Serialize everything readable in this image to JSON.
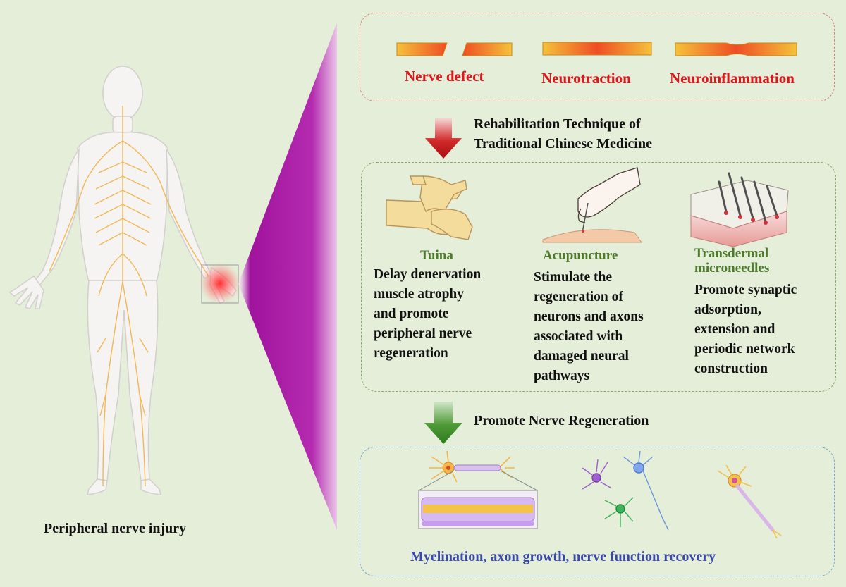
{
  "figure": {
    "left_caption": "Peripheral nerve injury",
    "injury_types": [
      "Nerve defect",
      "Neurotraction",
      "Neuroinflammation"
    ],
    "step1_heading": [
      "Rehabilitation Technique of",
      "Traditional Chinese Medicine"
    ],
    "techniques": [
      {
        "title": [
          "Tuina"
        ],
        "description": [
          "Delay denervation",
          "muscle atrophy",
          "and promote",
          "peripheral nerve",
          "regeneration"
        ]
      },
      {
        "title": [
          "Acupuncture"
        ],
        "description": [
          "Stimulate the",
          "regeneration of",
          "neurons and axons",
          "associated with",
          "damaged neural",
          "pathways"
        ]
      },
      {
        "title": [
          "Transdermal",
          "microneedles"
        ],
        "description": [
          "Promote synaptic",
          "adsorption,",
          "extension and",
          "periodic network",
          "construction"
        ]
      }
    ],
    "step2_heading": "Promote Nerve Regeneration",
    "outcome": "Myelination, axon growth, nerve function recovery"
  },
  "colors": {
    "background": "#e4eed9",
    "injury_text": "#e0151b",
    "technique_title": "#4d7a2b",
    "outcome_text": "#3a49a8",
    "cone": "#a0139d",
    "arrow_red": "#c8141b",
    "arrow_green": "#3f8c2a"
  }
}
